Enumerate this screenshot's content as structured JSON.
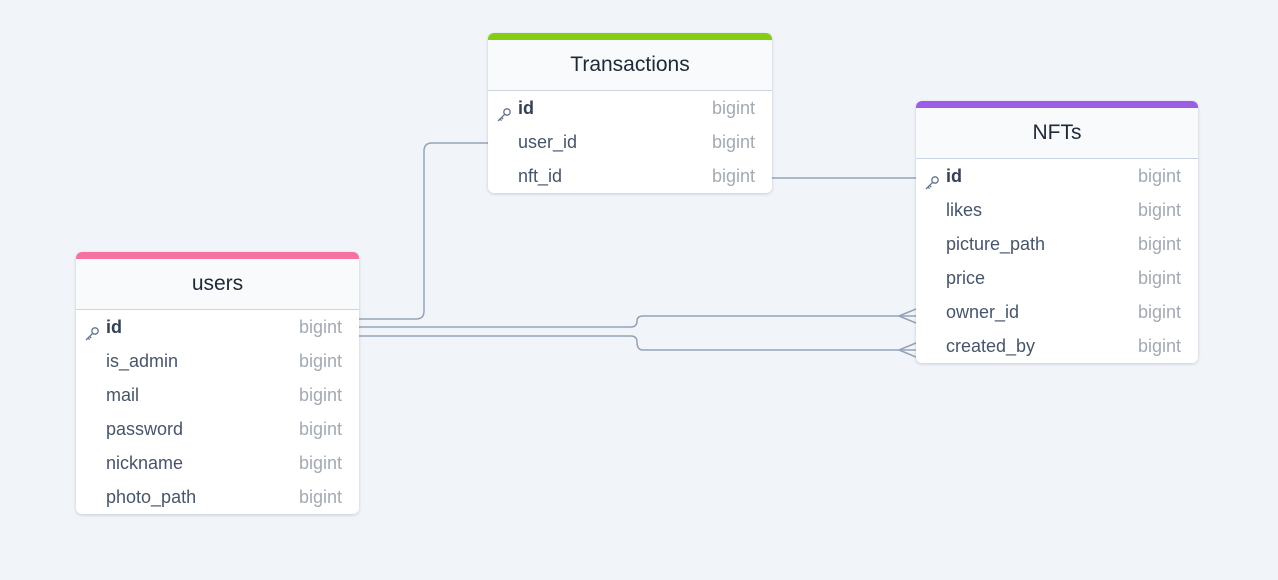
{
  "tables": {
    "transactions": {
      "title": "Transactions",
      "color": "#84cc16",
      "columns": [
        {
          "name": "id",
          "type": "bigint",
          "pk": true
        },
        {
          "name": "user_id",
          "type": "bigint"
        },
        {
          "name": "nft_id",
          "type": "bigint"
        }
      ]
    },
    "nfts": {
      "title": "NFTs",
      "color": "#9b5de5",
      "columns": [
        {
          "name": "id",
          "type": "bigint",
          "pk": true
        },
        {
          "name": "likes",
          "type": "bigint"
        },
        {
          "name": "picture_path",
          "type": "bigint"
        },
        {
          "name": "price",
          "type": "bigint"
        },
        {
          "name": "owner_id",
          "type": "bigint"
        },
        {
          "name": "created_by",
          "type": "bigint"
        }
      ]
    },
    "users": {
      "title": "users",
      "color": "#f472a0",
      "columns": [
        {
          "name": "id",
          "type": "bigint",
          "pk": true
        },
        {
          "name": "is_admin",
          "type": "bigint"
        },
        {
          "name": "mail",
          "type": "bigint"
        },
        {
          "name": "password",
          "type": "bigint"
        },
        {
          "name": "nickname",
          "type": "bigint"
        },
        {
          "name": "photo_path",
          "type": "bigint"
        }
      ]
    }
  },
  "relations": [
    {
      "from": "users.id",
      "to": "transactions.user_id",
      "cardinality": "one-to-one"
    },
    {
      "from": "transactions.nft_id",
      "to": "nfts.id",
      "cardinality": "one-to-one"
    },
    {
      "from": "users.id",
      "to": "nfts.owner_id",
      "cardinality": "one-to-many"
    },
    {
      "from": "users.id",
      "to": "nfts.created_by",
      "cardinality": "one-to-many"
    }
  ],
  "colors": {
    "connector": "#94a3b8",
    "background": "#f1f5f9"
  },
  "icons": {
    "primary_key": "key-icon"
  }
}
